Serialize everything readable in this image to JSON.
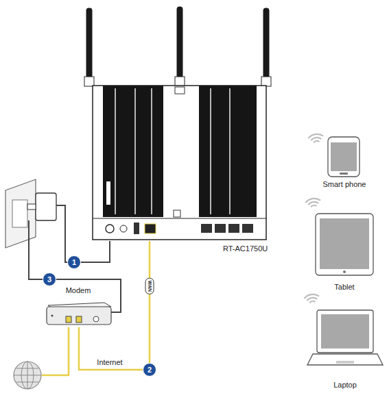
{
  "diagram": {
    "nodes": [
      {
        "text": [
          "RT-AC1750U"
        ]
      },
      {
        "text": [
          "Modem"
        ]
      },
      {
        "text": [
          "Smart phone"
        ]
      },
      {
        "text": [
          "Tablet"
        ]
      },
      {
        "text": [
          "Laptop"
        ]
      }
    ],
    "edges": [
      {
        "from": 0,
        "to": 1,
        "arrow": "none",
        "label": "WAN"
      }
    ],
    "labels": [
      "1",
      "2",
      "3",
      "Internet"
    ]
  }
}
